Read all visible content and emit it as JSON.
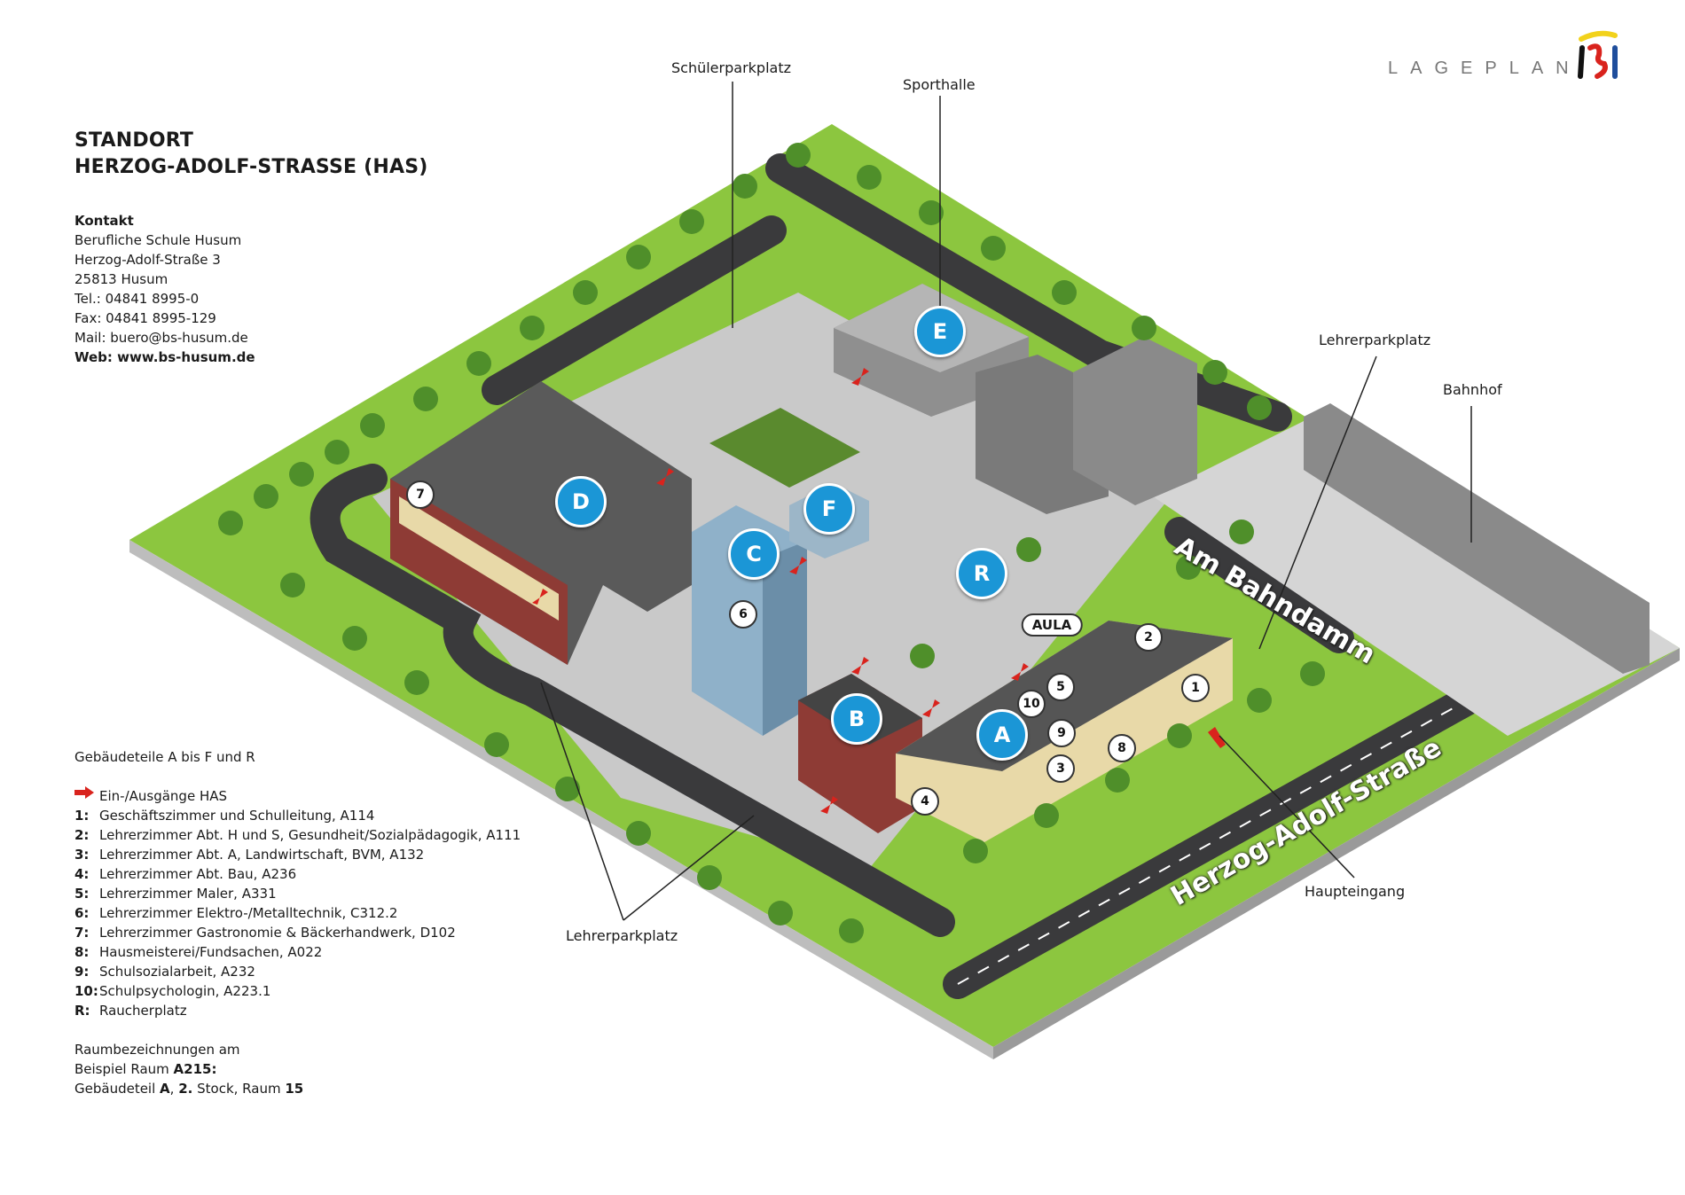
{
  "header": {
    "title_line1": "STANDORT",
    "title_line2": "HERZOG-ADOLF-STRASSE (HAS)",
    "lageplan": "LAGEPLAN",
    "logo_text": "BS"
  },
  "contact": {
    "heading": "Kontakt",
    "lines": [
      "Berufliche Schule Husum",
      "Herzog-Adolf-Straße 3",
      "25813 Husum",
      "Tel.: 04841 8995-0",
      "Fax: 04841 8995-129",
      "Mail: buero@bs-husum.de"
    ],
    "web": "Web: www.bs-husum.de"
  },
  "legend": {
    "heading": "Gebäudeteile A bis F und R",
    "entrances": "Ein-/Ausgänge HAS",
    "items": [
      {
        "key": "1:",
        "text": "Geschäftszimmer und Schulleitung, A114"
      },
      {
        "key": "2:",
        "text": "Lehrerzimmer Abt. H und S, Gesundheit/Sozialpädagogik, A111"
      },
      {
        "key": "3:",
        "text": "Lehrerzimmer Abt. A, Landwirtschaft, BVM, A132"
      },
      {
        "key": "4:",
        "text": "Lehrerzimmer Abt. Bau, A236"
      },
      {
        "key": "5:",
        "text": "Lehrerzimmer Maler, A331"
      },
      {
        "key": "6:",
        "text": "Lehrerzimmer Elektro-/Metalltechnik, C312.2"
      },
      {
        "key": "7:",
        "text": "Lehrerzimmer Gastronomie & Bäckerhandwerk, D102"
      },
      {
        "key": "8:",
        "text": "Hausmeisterei/Fundsachen, A022"
      },
      {
        "key": "9:",
        "text": "Schulsozialarbeit, A232"
      },
      {
        "key": "10:",
        "text": "Schulpsychologin, A223.1"
      },
      {
        "key": "R:",
        "text": "Raucherplatz"
      }
    ],
    "room_note_1": "Raumbezeichnungen am",
    "room_note_2a": "Beispiel Raum ",
    "room_note_2b": "A215:",
    "room_note_3a": "Gebäudeteil ",
    "room_note_3b": "A",
    "room_note_3c": ", ",
    "room_note_3d": "2.",
    "room_note_3e": " Stock, Raum ",
    "room_note_3f": "15"
  },
  "map": {
    "labels": {
      "schuelerparkplatz": "Schülerparkplatz",
      "sporthalle": "Sporthalle",
      "lehrerparkplatz_east": "Lehrerparkplatz",
      "bahnhof": "Bahnhof",
      "haupteingang": "Haupteingang",
      "lehrerparkplatz_south": "Lehrerparkplatz"
    },
    "streets": {
      "am_bahndamm": "Am Bahndamm",
      "herzog_adolf": "Herzog-Adolf-Straße"
    },
    "buildings": {
      "A": "A",
      "B": "B",
      "C": "C",
      "D": "D",
      "E": "E",
      "F": "F",
      "R": "R"
    },
    "aula": "AULA",
    "points": {
      "p1": "1",
      "p2": "2",
      "p3": "3",
      "p4": "4",
      "p5": "5",
      "p6": "6",
      "p7": "7",
      "p8": "8",
      "p9": "9",
      "p10": "10"
    },
    "colors": {
      "badge": "#1b96d6",
      "grass": "#8cc63f",
      "road": "#3a3a3c",
      "arrow": "#d9231d"
    }
  }
}
